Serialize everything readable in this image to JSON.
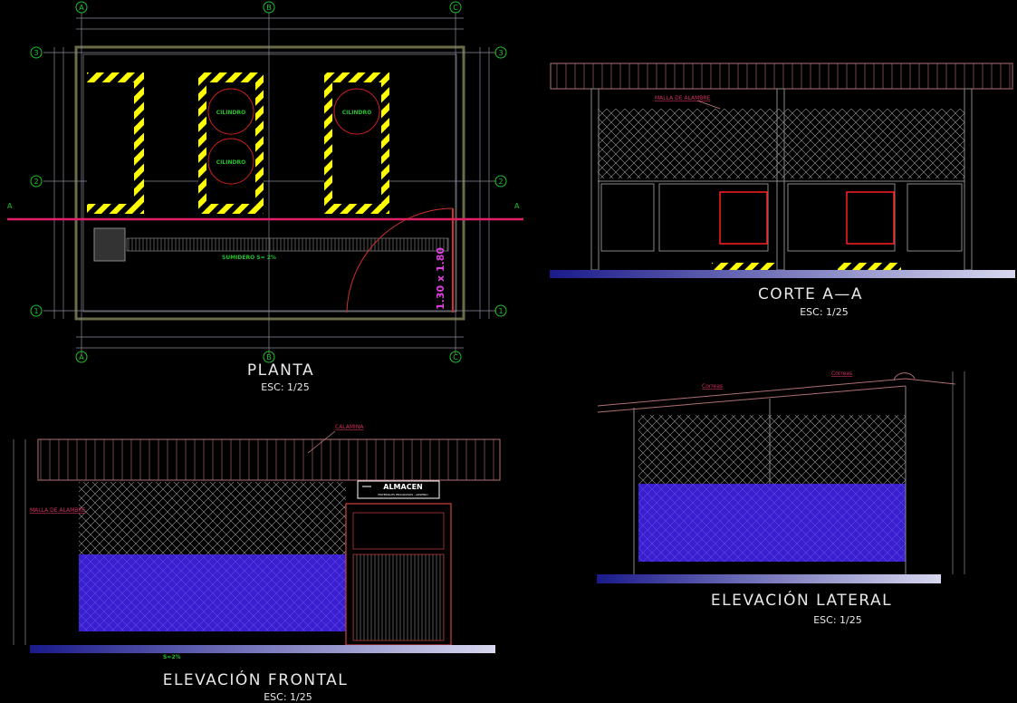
{
  "views": {
    "plan": {
      "title": "PLANTA",
      "scale": "ESC: 1/25",
      "cylinder_label": "CILINDRO",
      "drain_label": "SUMIDERO S= 2%",
      "door_label": "1.30 x 1.80",
      "axis_letters": [
        "A",
        "B",
        "C"
      ],
      "axis_numbers": [
        "1",
        "2",
        "3"
      ],
      "section_mark": "A"
    },
    "section": {
      "title": "CORTE A—A",
      "scale": "ESC: 1/25",
      "mesh_label": "MALLA DE ALAMBRE"
    },
    "front": {
      "title": "ELEVACIÓN FRONTAL",
      "scale": "ESC: 1/25",
      "roof_label": "CALAMINA",
      "mesh_label": "MALLA DE ALAMBRE",
      "sign_title": "ALMACEN",
      "sign_subtitle": "MATERIALES PELIGROSOS - ARSENIO",
      "slope_label": "S=2%"
    },
    "side": {
      "title": "ELEVACIÓN LATERAL",
      "scale": "ESC: 1/25",
      "purlin_label": "Correas"
    }
  },
  "colors": {
    "background": "#000000",
    "hazard_yellow": "#ffff00",
    "cylinder_red": "#d02020",
    "section_line": "#e0206a",
    "fill_blue": "#3a1fd0",
    "text": "#e8e8e8"
  }
}
